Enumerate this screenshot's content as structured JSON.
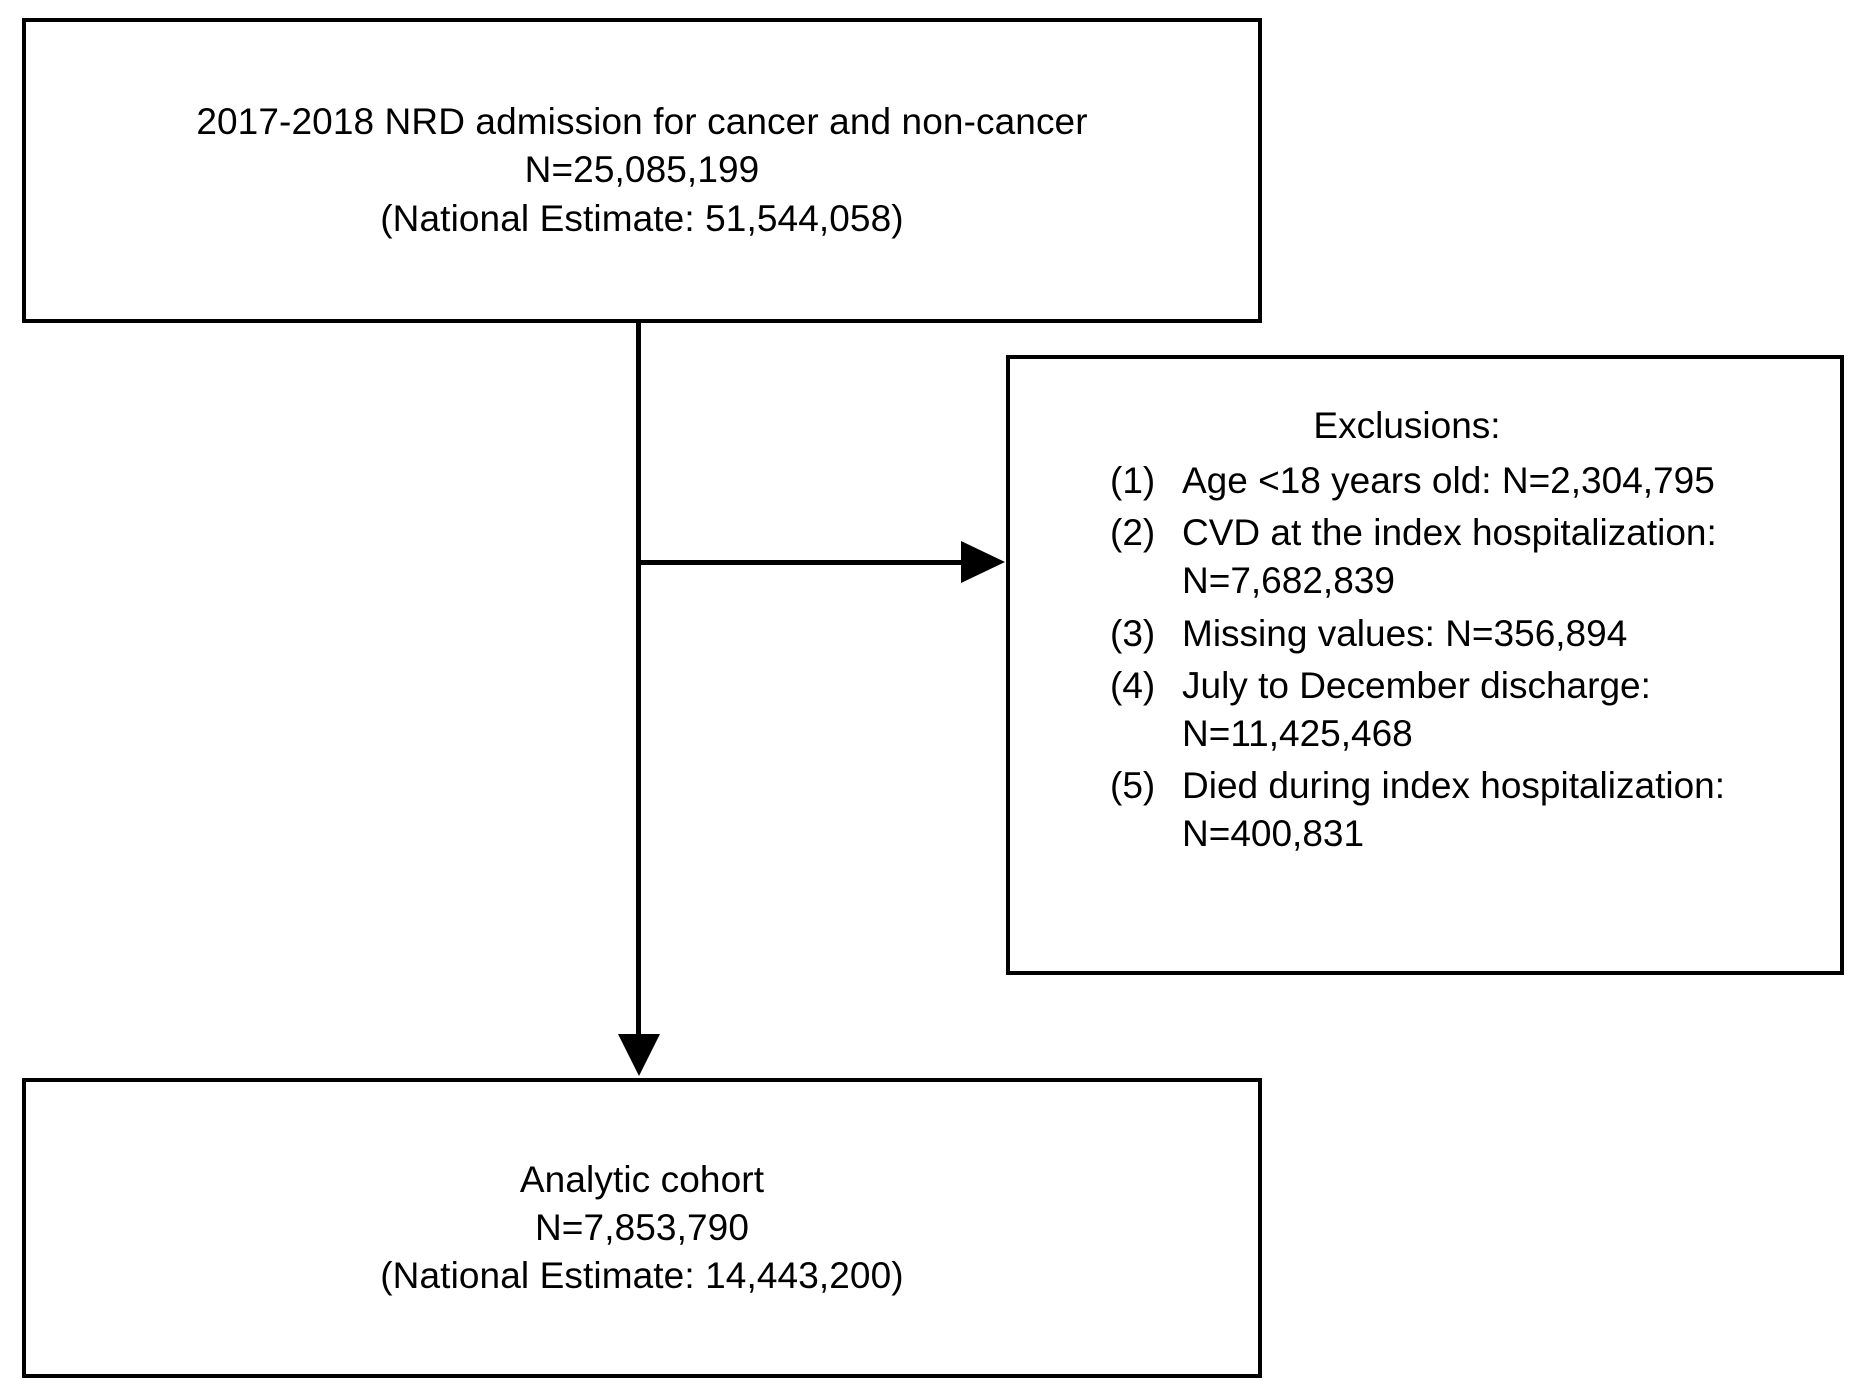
{
  "diagram": {
    "type": "study-flow-diagram",
    "title": "NRD cancer and non-cancer admission cohort derivation",
    "background_color": "#ffffff",
    "line_color": "#000000",
    "text_color": "#000000"
  },
  "source_box": {
    "name": "source-population-box",
    "lines": [
      "2017-2018 NRD admission for cancer and non-cancer",
      "N=25,085,199",
      "(National Estimate: 51,544,058)"
    ]
  },
  "exclusions_box": {
    "name": "exclusions-box",
    "title": "Exclusions:",
    "items": [
      {
        "number": "(1)",
        "text": "Age <18 years old: N=2,304,795"
      },
      {
        "number": "(2)",
        "text": "CVD at the index hospitalization: N=7,682,839"
      },
      {
        "number": "(3)",
        "text": "Missing values: N=356,894"
      },
      {
        "number": "(4)",
        "text": "July to December discharge: N=11,425,468"
      },
      {
        "number": "(5)",
        "text": "Died during index hospitalization: N=400,831"
      }
    ]
  },
  "cohort_box": {
    "name": "analytic-cohort-box",
    "lines": [
      "Analytic cohort",
      "N=7,853,790",
      "(National Estimate: 14,443,200)"
    ]
  },
  "connectors": {
    "vertical_arrow": "arrow-down-to-analytic-cohort",
    "horizontal_arrow": "arrow-right-to-exclusions"
  }
}
